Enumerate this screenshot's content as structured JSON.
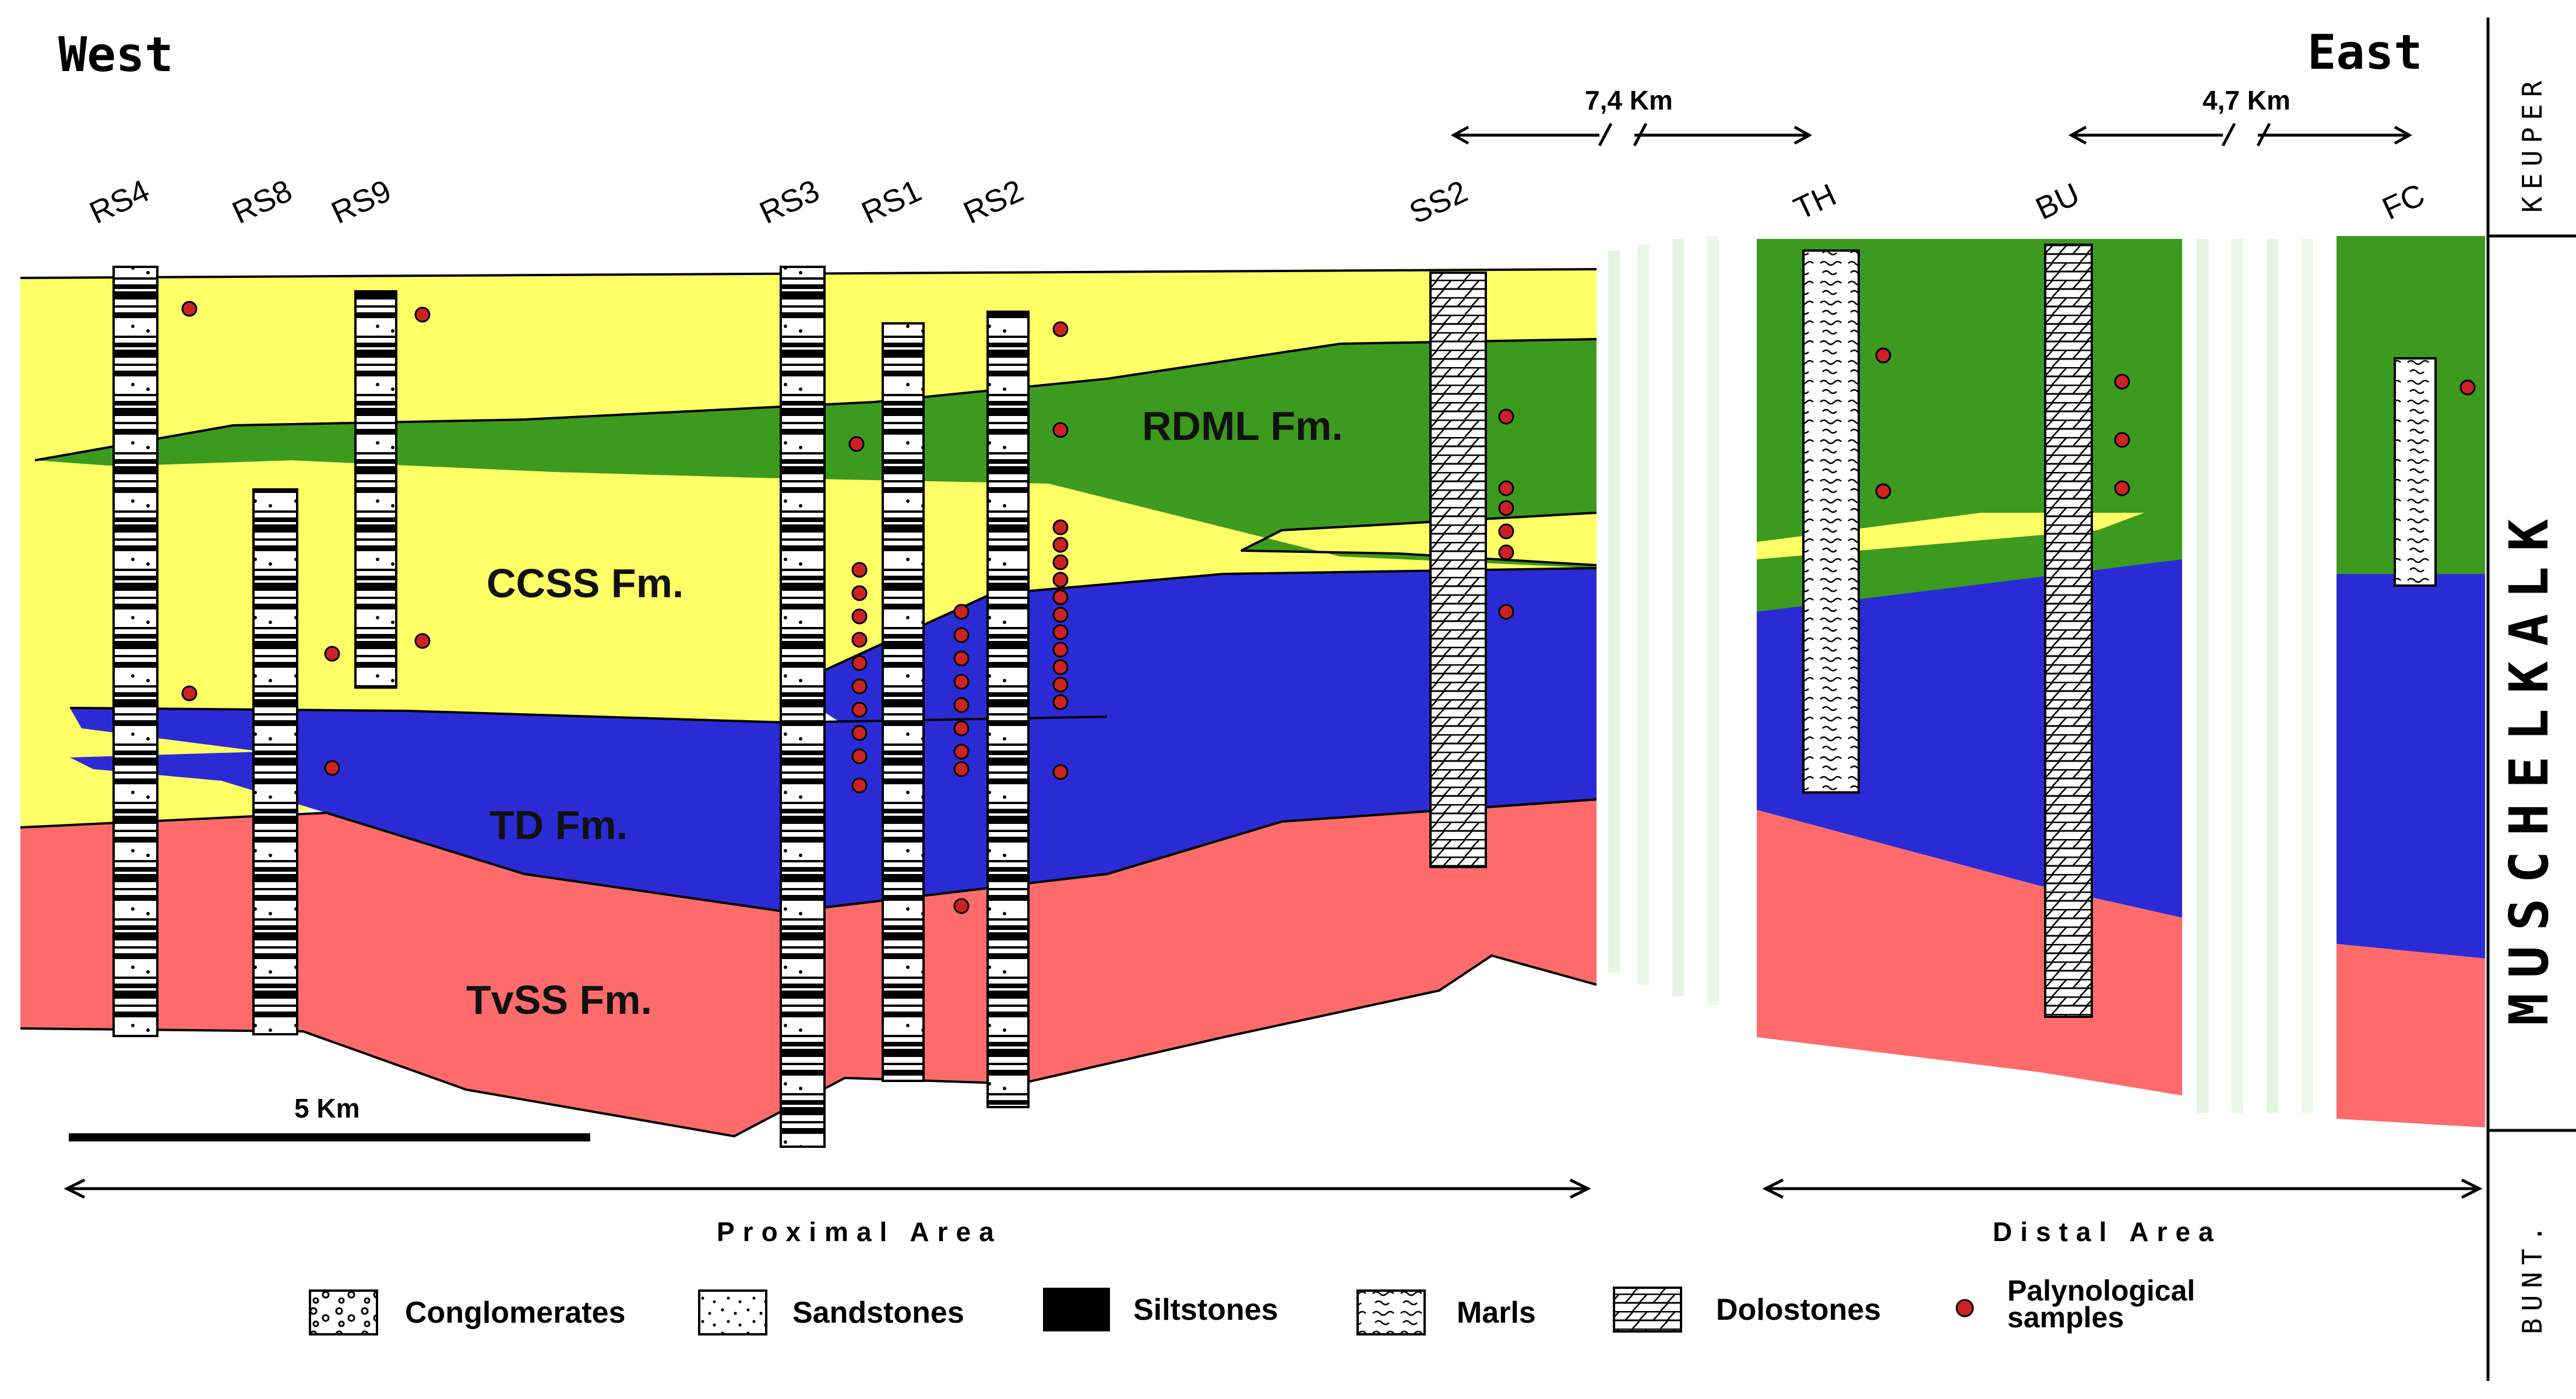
{
  "directions": {
    "west": "West",
    "east": "East"
  },
  "columns": [
    {
      "id": "rs4",
      "label": "RS4"
    },
    {
      "id": "rs8",
      "label": "RS8"
    },
    {
      "id": "rs9",
      "label": "RS9"
    },
    {
      "id": "rs3",
      "label": "RS3"
    },
    {
      "id": "rs1",
      "label": "RS1"
    },
    {
      "id": "rs2",
      "label": "RS2"
    },
    {
      "id": "ss2",
      "label": "SS2"
    },
    {
      "id": "th",
      "label": "TH"
    },
    {
      "id": "bu",
      "label": "BU"
    },
    {
      "id": "fc",
      "label": "FC"
    }
  ],
  "formations": [
    {
      "id": "rdml",
      "label": "RDML Fm.",
      "color": "#3c9a1f"
    },
    {
      "id": "ccss",
      "label": "CCSS Fm.",
      "color": "#ffff66"
    },
    {
      "id": "td",
      "label": "TD Fm.",
      "color": "#2b2bd6"
    },
    {
      "id": "tvss",
      "label": "TvSS Fm.",
      "color": "#ff6b6b"
    }
  ],
  "distances": {
    "gap1": "7,4 Km",
    "gap2": "4,7 Km"
  },
  "scale_bar": "5 Km",
  "areas": {
    "proximal": "Proximal Area",
    "distal": "Distal Area"
  },
  "stratigraphy": {
    "keuper": "KEUPER",
    "muschelkalk": "MUSCHELKALK",
    "bunt": "BUNT."
  },
  "legend": [
    {
      "id": "conglomerates",
      "label": "Conglomerates"
    },
    {
      "id": "sandstones",
      "label": "Sandstones"
    },
    {
      "id": "siltstones",
      "label": "Siltstones"
    },
    {
      "id": "marls",
      "label": "Marls"
    },
    {
      "id": "dolostones",
      "label": "Dolostones"
    },
    {
      "id": "palynological",
      "label_line1": "Palynological",
      "label_line2": "samples",
      "color": "#cc2222"
    }
  ]
}
